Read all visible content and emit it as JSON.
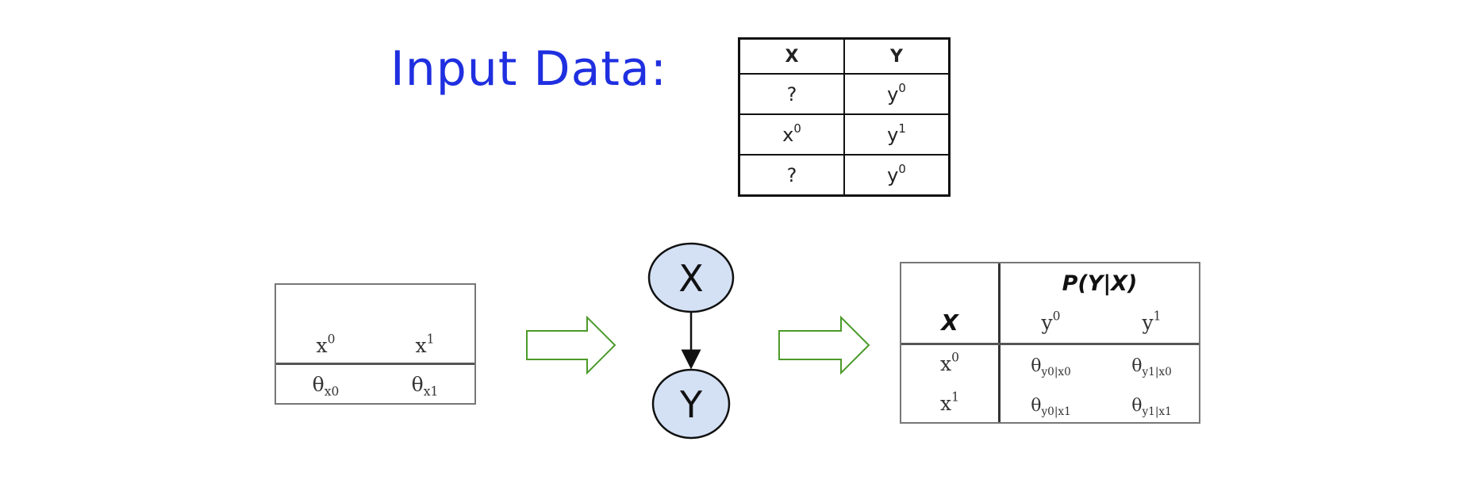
{
  "title": "Input Data:",
  "input_table": {
    "headers": [
      "X",
      "Y"
    ],
    "rows": [
      {
        "x": "?",
        "x_sup": "",
        "y": "y",
        "y_sup": "0"
      },
      {
        "x": "x",
        "x_sup": "0",
        "y": "y",
        "y_sup": "1"
      },
      {
        "x": "?",
        "x_sup": "",
        "y": "y",
        "y_sup": "0"
      }
    ]
  },
  "prior_table": {
    "headers": [
      {
        "base": "x",
        "sup": "0"
      },
      {
        "base": "x",
        "sup": "1"
      }
    ],
    "values": [
      {
        "base": "θ",
        "sub": "x0"
      },
      {
        "base": "θ",
        "sub": "x1"
      }
    ]
  },
  "network": {
    "parent": "X",
    "child": "Y"
  },
  "cpd_table": {
    "title": "P(Y|X)",
    "row_header": "X",
    "col_headers": [
      {
        "base": "y",
        "sup": "0"
      },
      {
        "base": "y",
        "sup": "1"
      }
    ],
    "row_labels": [
      {
        "base": "x",
        "sup": "0"
      },
      {
        "base": "x",
        "sup": "1"
      }
    ],
    "cells": [
      [
        {
          "base": "θ",
          "sub": "y0|x0"
        },
        {
          "base": "θ",
          "sub": "y1|x0"
        }
      ],
      [
        {
          "base": "θ",
          "sub": "y0|x1"
        },
        {
          "base": "θ",
          "sub": "y1|x1"
        }
      ]
    ]
  },
  "colors": {
    "title": "#1f2fe0",
    "node_fill": "#d4e1f5",
    "arrow_outline": "#4c9a2a"
  }
}
